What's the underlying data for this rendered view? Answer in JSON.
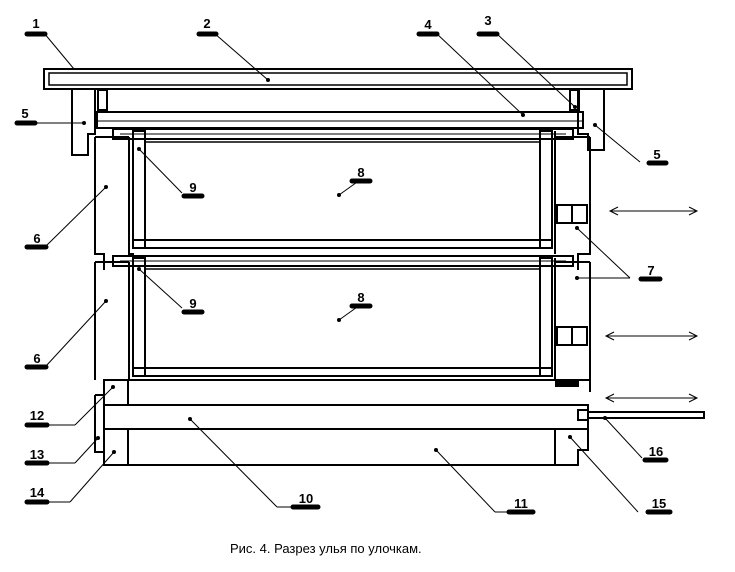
{
  "caption": "Рис. 4. Разрез улья по улочкам.",
  "labels": [
    "1",
    "2",
    "3",
    "4",
    "5",
    "5",
    "6",
    "6",
    "7",
    "8",
    "8",
    "9",
    "9",
    "10",
    "11",
    "12",
    "13",
    "14",
    "15",
    "16"
  ]
}
